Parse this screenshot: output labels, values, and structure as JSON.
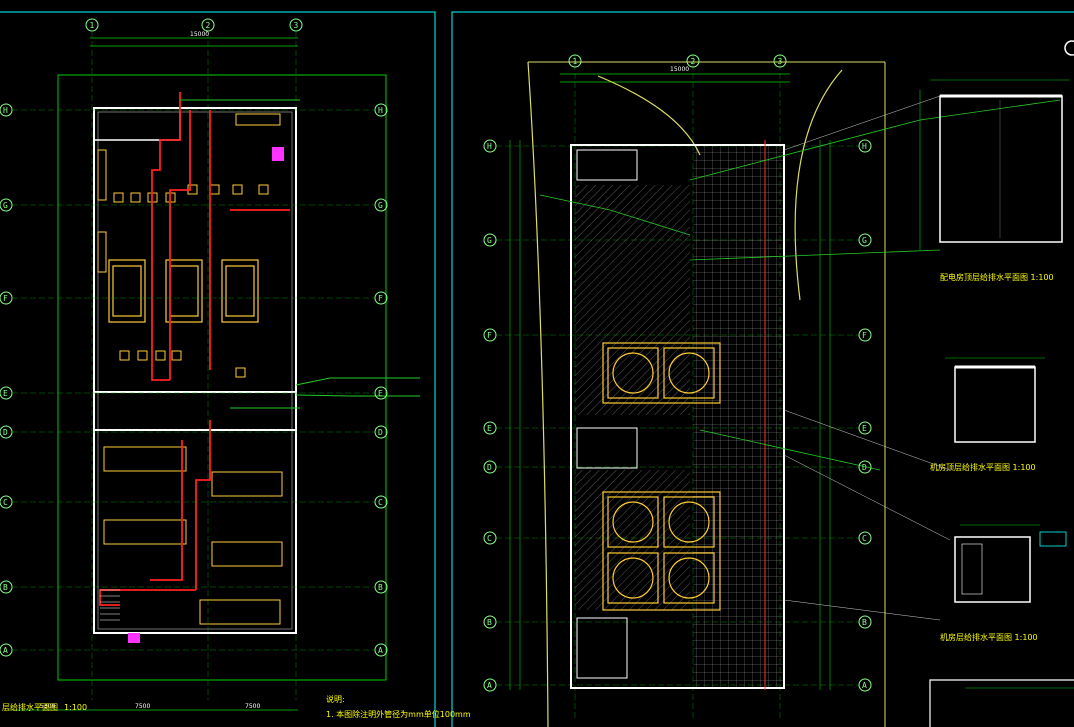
{
  "drawing": {
    "left_sheet": {
      "grid_cols": [
        "1",
        "2",
        "3"
      ],
      "grid_rows": [
        "H",
        "G",
        "F",
        "E",
        "D",
        "C",
        "B",
        "A"
      ],
      "top_total_dim": "15000",
      "bottom_dims": [
        "5300",
        "7500",
        "7500"
      ],
      "title_fragment": "层给排水平面图",
      "scale": "1:100",
      "note_heading": "说明:",
      "note_line_1": "1. 本图除注明外管径为mm单位100mm"
    },
    "right_sheet": {
      "grid_cols": [
        "1",
        "2",
        "3"
      ],
      "grid_rows": [
        "H",
        "G",
        "F",
        "E",
        "D",
        "C",
        "B",
        "A"
      ],
      "top_total_dim": "15000",
      "detail_titles": [
        "配电房顶层给排水平面图 1:100",
        "机房顶层给排水平面图 1:100",
        "机房层给排水平面图 1:100"
      ]
    },
    "colors": {
      "background": "#000000",
      "frame": "#00ffff",
      "grid": "#00ff00",
      "walls": "#ffffff",
      "equipment": "#ffcc33",
      "pipe_red": "#ff2020",
      "pipe_green": "#22cc22",
      "accent_magenta": "#ff33ff",
      "boundary_yellow": "#dddd66"
    }
  }
}
